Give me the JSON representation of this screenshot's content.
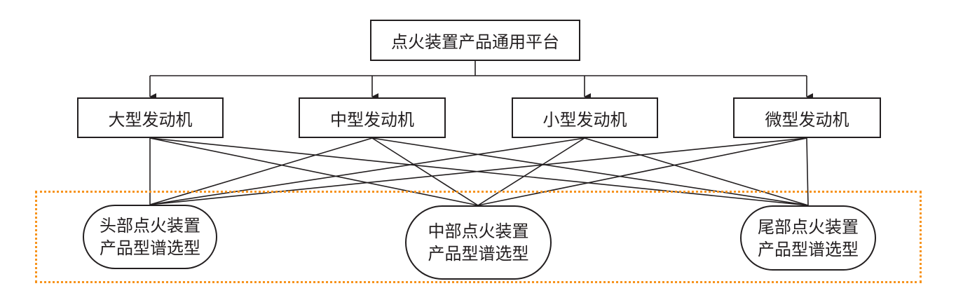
{
  "diagram": {
    "root": {
      "label": "点火装置产品通用平台"
    },
    "engines": [
      {
        "id": "large",
        "label": "大型发动机"
      },
      {
        "id": "medium",
        "label": "中型发动机"
      },
      {
        "id": "small",
        "label": "小型发动机"
      },
      {
        "id": "micro",
        "label": "微型发动机"
      }
    ],
    "selections": [
      {
        "id": "head",
        "line1": "头部点火装置",
        "line2": "产品型谱选型"
      },
      {
        "id": "middle",
        "line1": "中部点火装置",
        "line2": "产品型谱选型"
      },
      {
        "id": "tail",
        "line1": "尾部点火装置",
        "line2": "产品型谱选型"
      }
    ],
    "edges_root_to_engines": [
      "large",
      "medium",
      "small",
      "micro"
    ],
    "edges_engines_to_selections": "all-to-all",
    "group_border_color": "#f7941d",
    "line_color": "#231f20"
  }
}
